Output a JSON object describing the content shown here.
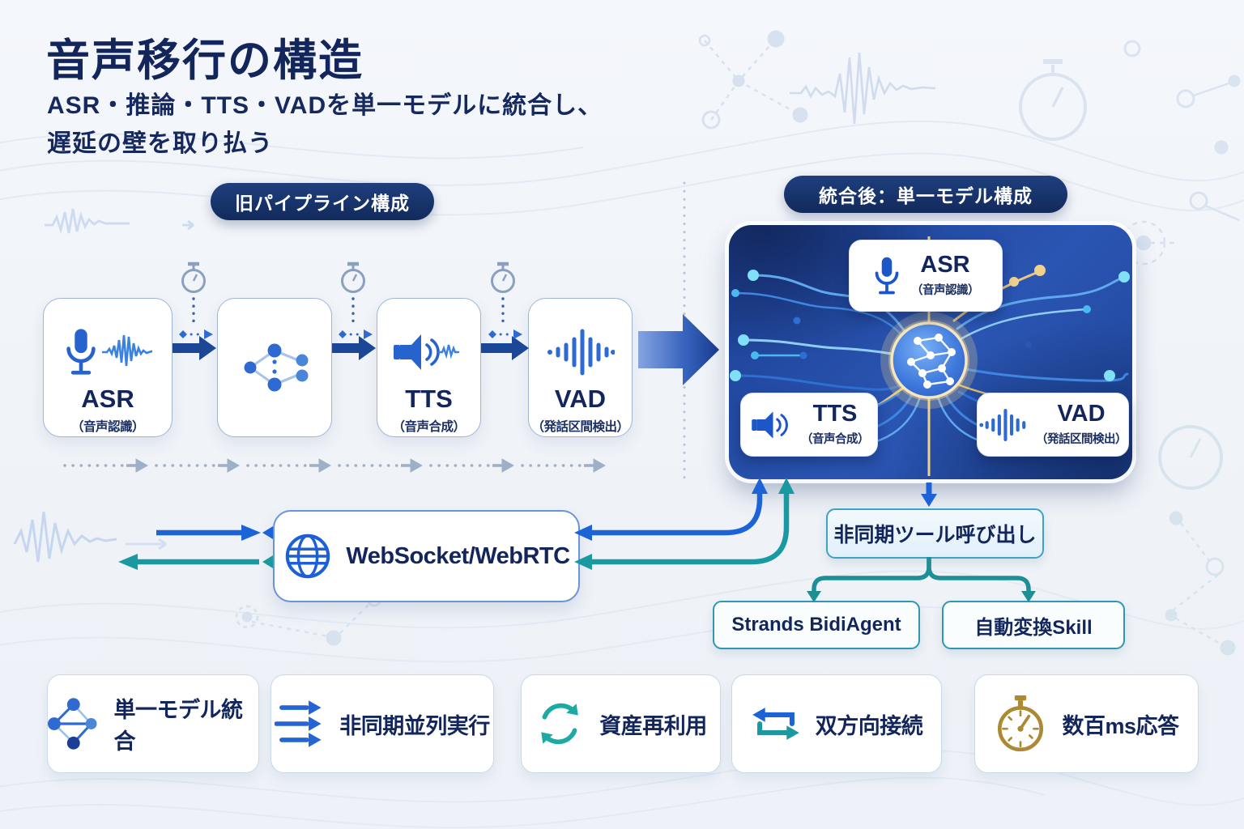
{
  "header": {
    "title": "音声移行の構造",
    "subtitle_line1": "ASR・推論・TTS・VADを単一モデルに統合し、",
    "subtitle_line2": "遅延の壁を取り払う"
  },
  "old_pipeline": {
    "badge": "旧パイプライン構成",
    "stages": [
      {
        "name": "ASR",
        "sub": "（音声認識）",
        "icon": "microphone-waveform-icon"
      },
      {
        "name": "",
        "sub": "",
        "icon": "inference-network-icon"
      },
      {
        "name": "TTS",
        "sub": "（音声合成）",
        "icon": "speaker-icon"
      },
      {
        "name": "VAD",
        "sub": "（発話区間検出）",
        "icon": "voice-bars-icon"
      }
    ]
  },
  "unified_model": {
    "badge": "統合後：単一モデル構成",
    "cards": [
      {
        "name": "ASR",
        "sub": "（音声認識）",
        "icon": "microphone-icon"
      },
      {
        "name": "TTS",
        "sub": "（音声合成）",
        "icon": "speaker-icon"
      },
      {
        "name": "VAD",
        "sub": "（発話区間検出）",
        "icon": "voice-bars-icon"
      }
    ]
  },
  "transport": {
    "label": "WebSocket/WebRTC",
    "icon": "globe-icon"
  },
  "tooling": {
    "async_call_label": "非同期ツール呼び出し",
    "targets": [
      {
        "label": "Strands BidiAgent"
      },
      {
        "label": "自動変換Skill"
      }
    ]
  },
  "features": [
    {
      "label": "単一モデル統合",
      "icon": "diamond-network-icon"
    },
    {
      "label": "非同期並列実行",
      "icon": "parallel-arrows-icon"
    },
    {
      "label": "資産再利用",
      "icon": "recycle-arrows-icon"
    },
    {
      "label": "双方向接続",
      "icon": "bidirectional-arrows-icon"
    },
    {
      "label": "数百ms応答",
      "icon": "stopwatch-icon"
    }
  ],
  "colors": {
    "navy_text": "#13265c",
    "badge_navy": "#122a5c",
    "accent_blue": "#1d63d8",
    "teal": "#1a9aa0",
    "panel_blue": "#2a55b2",
    "gold": "#ab8a33",
    "cyan_dot": "#7fe0f8",
    "background": "#f1f4f9"
  }
}
